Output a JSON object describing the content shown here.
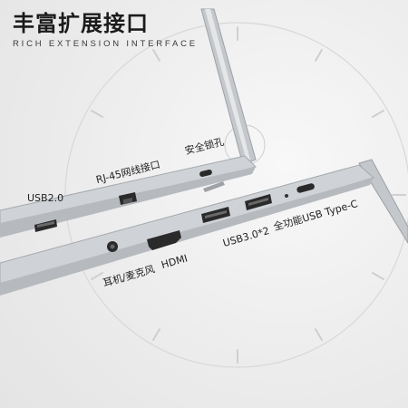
{
  "header": {
    "title": "丰富扩展接口",
    "subtitle": "RICH EXTENSION INTERFACE"
  },
  "ports": {
    "usb20": "USB2.0",
    "rj45": "RJ-45网线接口",
    "security_lock": "安全锁孔",
    "audio": "耳机/麦克风",
    "hdmi": "HDMI",
    "usb30": "USB3.0*2",
    "usb_typec": "全功能USB Type-C"
  },
  "colors": {
    "background": "#efefef",
    "laptop_body": "#c9ccd0",
    "port_dark": "#2a2a2a"
  }
}
